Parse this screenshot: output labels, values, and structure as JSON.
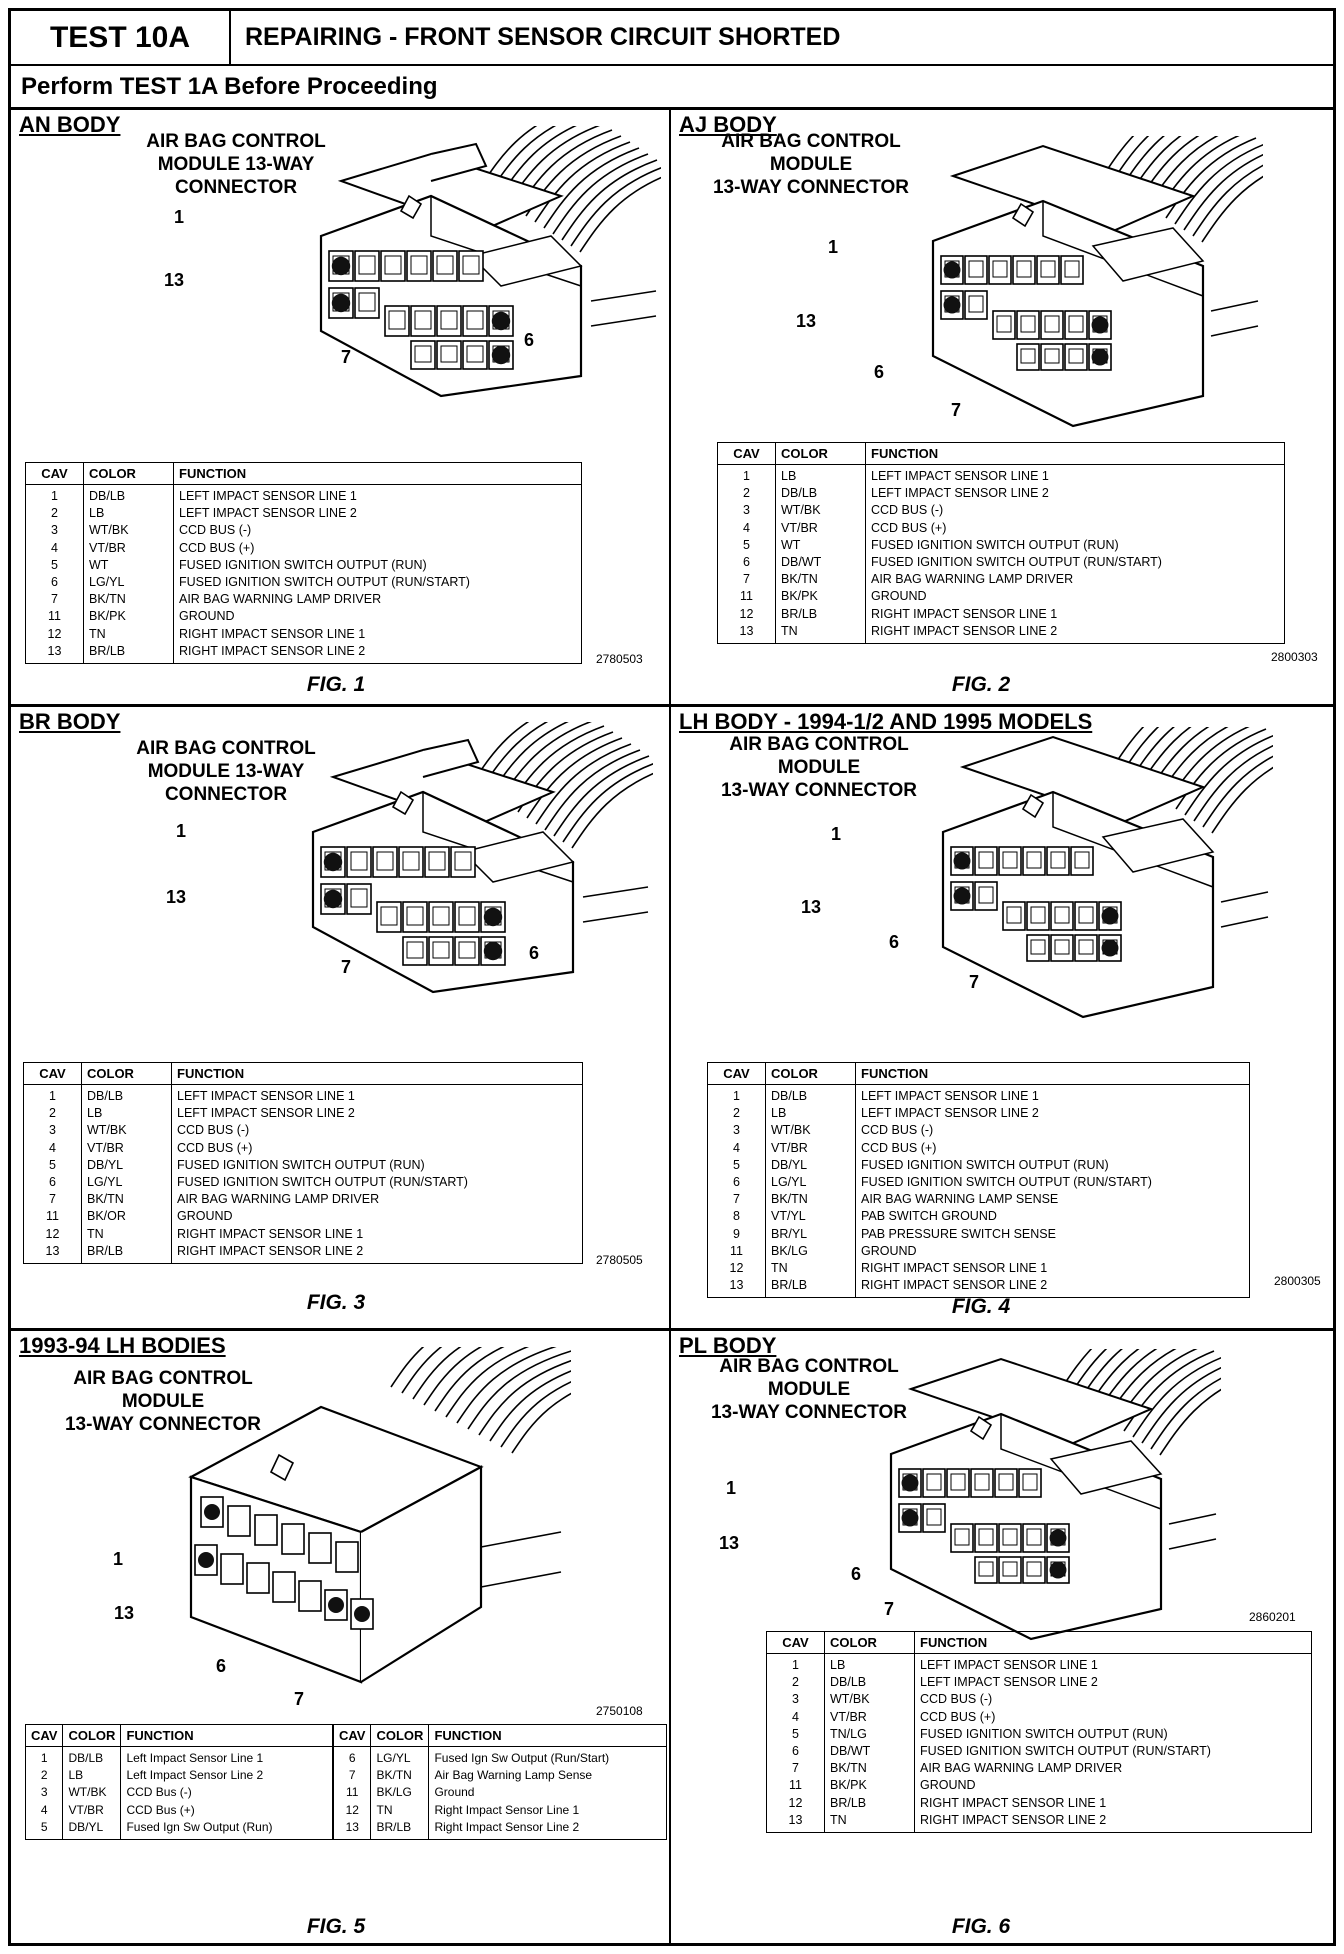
{
  "header": {
    "test_label": "TEST 10A",
    "title": "REPAIRING - FRONT SENSOR CIRCUIT SHORTED"
  },
  "subheader": "Perform TEST 1A Before Proceeding",
  "table_headers": {
    "cav": "CAV",
    "color": "COLOR",
    "function": "FUNCTION"
  },
  "panels": [
    {
      "title": "AN BODY",
      "caption": "AIR BAG CONTROL\nMODULE 13-WAY\nCONNECTOR",
      "callouts": [
        "1",
        "13",
        "7",
        "6"
      ],
      "code": "2780503",
      "fig": "FIG. 1",
      "rows": [
        [
          "1",
          "DB/LB",
          "LEFT IMPACT SENSOR LINE 1"
        ],
        [
          "2",
          "LB",
          "LEFT IMPACT SENSOR LINE 2"
        ],
        [
          "3",
          "WT/BK",
          "CCD BUS (-)"
        ],
        [
          "4",
          "VT/BR",
          "CCD BUS (+)"
        ],
        [
          "5",
          "WT",
          "FUSED IGNITION SWITCH OUTPUT (RUN)"
        ],
        [
          "6",
          "LG/YL",
          "FUSED IGNITION SWITCH OUTPUT (RUN/START)"
        ],
        [
          "7",
          "BK/TN",
          "AIR BAG WARNING LAMP DRIVER"
        ],
        [
          "11",
          "BK/PK",
          "GROUND"
        ],
        [
          "12",
          "TN",
          "RIGHT IMPACT SENSOR LINE 1"
        ],
        [
          "13",
          "BR/LB",
          "RIGHT IMPACT SENSOR LINE 2"
        ]
      ]
    },
    {
      "title": "AJ BODY",
      "caption": "AIR BAG CONTROL\nMODULE\n13-WAY CONNECTOR",
      "callouts": [
        "1",
        "13",
        "6",
        "7"
      ],
      "code": "2800303",
      "fig": "FIG. 2",
      "rows": [
        [
          "1",
          "LB",
          "LEFT IMPACT SENSOR LINE 1"
        ],
        [
          "2",
          "DB/LB",
          "LEFT IMPACT SENSOR LINE 2"
        ],
        [
          "3",
          "WT/BK",
          "CCD BUS (-)"
        ],
        [
          "4",
          "VT/BR",
          "CCD BUS (+)"
        ],
        [
          "5",
          "WT",
          "FUSED IGNITION SWITCH OUTPUT (RUN)"
        ],
        [
          "6",
          "DB/WT",
          "FUSED IGNITION SWITCH OUTPUT (RUN/START)"
        ],
        [
          "7",
          "BK/TN",
          "AIR BAG WARNING LAMP DRIVER"
        ],
        [
          "11",
          "BK/PK",
          "GROUND"
        ],
        [
          "12",
          "BR/LB",
          "RIGHT IMPACT SENSOR LINE 1"
        ],
        [
          "13",
          "TN",
          "RIGHT IMPACT SENSOR LINE 2"
        ]
      ]
    },
    {
      "title": "BR BODY",
      "caption": "AIR BAG CONTROL\nMODULE 13-WAY\nCONNECTOR",
      "callouts": [
        "1",
        "13",
        "7",
        "6"
      ],
      "code": "2780505",
      "fig": "FIG. 3",
      "rows": [
        [
          "1",
          "DB/LB",
          "LEFT IMPACT SENSOR LINE 1"
        ],
        [
          "2",
          "LB",
          "LEFT IMPACT SENSOR LINE 2"
        ],
        [
          "3",
          "WT/BK",
          "CCD BUS (-)"
        ],
        [
          "4",
          "VT/BR",
          "CCD BUS (+)"
        ],
        [
          "5",
          "DB/YL",
          "FUSED IGNITION SWITCH OUTPUT (RUN)"
        ],
        [
          "6",
          "LG/YL",
          "FUSED IGNITION SWITCH OUTPUT (RUN/START)"
        ],
        [
          "7",
          "BK/TN",
          "AIR BAG WARNING LAMP DRIVER"
        ],
        [
          "11",
          "BK/OR",
          "GROUND"
        ],
        [
          "12",
          "TN",
          "RIGHT IMPACT SENSOR LINE 1"
        ],
        [
          "13",
          "BR/LB",
          "RIGHT IMPACT SENSOR LINE 2"
        ]
      ]
    },
    {
      "title": "LH BODY - 1994-1/2 AND 1995 MODELS",
      "caption": "AIR BAG CONTROL\nMODULE\n13-WAY CONNECTOR",
      "callouts": [
        "1",
        "13",
        "6",
        "7"
      ],
      "code": "2800305",
      "fig": "FIG. 4",
      "rows": [
        [
          "1",
          "DB/LB",
          "LEFT IMPACT SENSOR LINE 1"
        ],
        [
          "2",
          "LB",
          "LEFT IMPACT SENSOR LINE 2"
        ],
        [
          "3",
          "WT/BK",
          "CCD BUS (-)"
        ],
        [
          "4",
          "VT/BR",
          "CCD BUS (+)"
        ],
        [
          "5",
          "DB/YL",
          "FUSED IGNITION SWITCH OUTPUT (RUN)"
        ],
        [
          "6",
          "LG/YL",
          "FUSED IGNITION SWITCH OUTPUT (RUN/START)"
        ],
        [
          "7",
          "BK/TN",
          "AIR BAG WARNING LAMP SENSE"
        ],
        [
          "8",
          "VT/YL",
          "PAB SWITCH GROUND"
        ],
        [
          "9",
          "BR/YL",
          "PAB PRESSURE SWITCH SENSE"
        ],
        [
          "11",
          "BK/LG",
          "GROUND"
        ],
        [
          "12",
          "TN",
          "RIGHT IMPACT SENSOR LINE 1"
        ],
        [
          "13",
          "BR/LB",
          "RIGHT IMPACT SENSOR LINE 2"
        ]
      ]
    },
    {
      "title": "1993-94 LH BODIES",
      "caption": "AIR BAG CONTROL\nMODULE\n13-WAY CONNECTOR",
      "callouts": [
        "1",
        "13",
        "6",
        "7"
      ],
      "code": "2750108",
      "fig": "FIG. 5",
      "rows_left": [
        [
          "1",
          "DB/LB",
          "Left Impact Sensor Line 1"
        ],
        [
          "2",
          "LB",
          "Left Impact Sensor Line 2"
        ],
        [
          "3",
          "WT/BK",
          "CCD Bus (-)"
        ],
        [
          "4",
          "VT/BR",
          "CCD Bus (+)"
        ],
        [
          "5",
          "DB/YL",
          "Fused Ign Sw Output (Run)"
        ]
      ],
      "rows_right": [
        [
          "6",
          "LG/YL",
          "Fused Ign Sw Output (Run/Start)"
        ],
        [
          "7",
          "BK/TN",
          "Air Bag Warning Lamp Sense"
        ],
        [
          "11",
          "BK/LG",
          "Ground"
        ],
        [
          "12",
          "TN",
          "Right Impact Sensor Line 1"
        ],
        [
          "13",
          "BR/LB",
          "Right Impact Sensor Line 2"
        ]
      ]
    },
    {
      "title": "PL BODY",
      "caption": "AIR BAG CONTROL\nMODULE\n13-WAY CONNECTOR",
      "callouts": [
        "1",
        "13",
        "6",
        "7"
      ],
      "code": "2860201",
      "fig": "FIG. 6",
      "rows": [
        [
          "1",
          "LB",
          "LEFT IMPACT SENSOR LINE 1"
        ],
        [
          "2",
          "DB/LB",
          "LEFT IMPACT SENSOR LINE 2"
        ],
        [
          "3",
          "WT/BK",
          "CCD BUS (-)"
        ],
        [
          "4",
          "VT/BR",
          "CCD BUS (+)"
        ],
        [
          "5",
          "TN/LG",
          "FUSED IGNITION SWITCH OUTPUT (RUN)"
        ],
        [
          "6",
          "DB/WT",
          "FUSED IGNITION SWITCH OUTPUT (RUN/START)"
        ],
        [
          "7",
          "BK/TN",
          "AIR BAG WARNING LAMP DRIVER"
        ],
        [
          "11",
          "BK/PK",
          "GROUND"
        ],
        [
          "12",
          "BR/LB",
          "RIGHT IMPACT SENSOR LINE 1"
        ],
        [
          "13",
          "TN",
          "RIGHT IMPACT SENSOR LINE 2"
        ]
      ]
    }
  ]
}
